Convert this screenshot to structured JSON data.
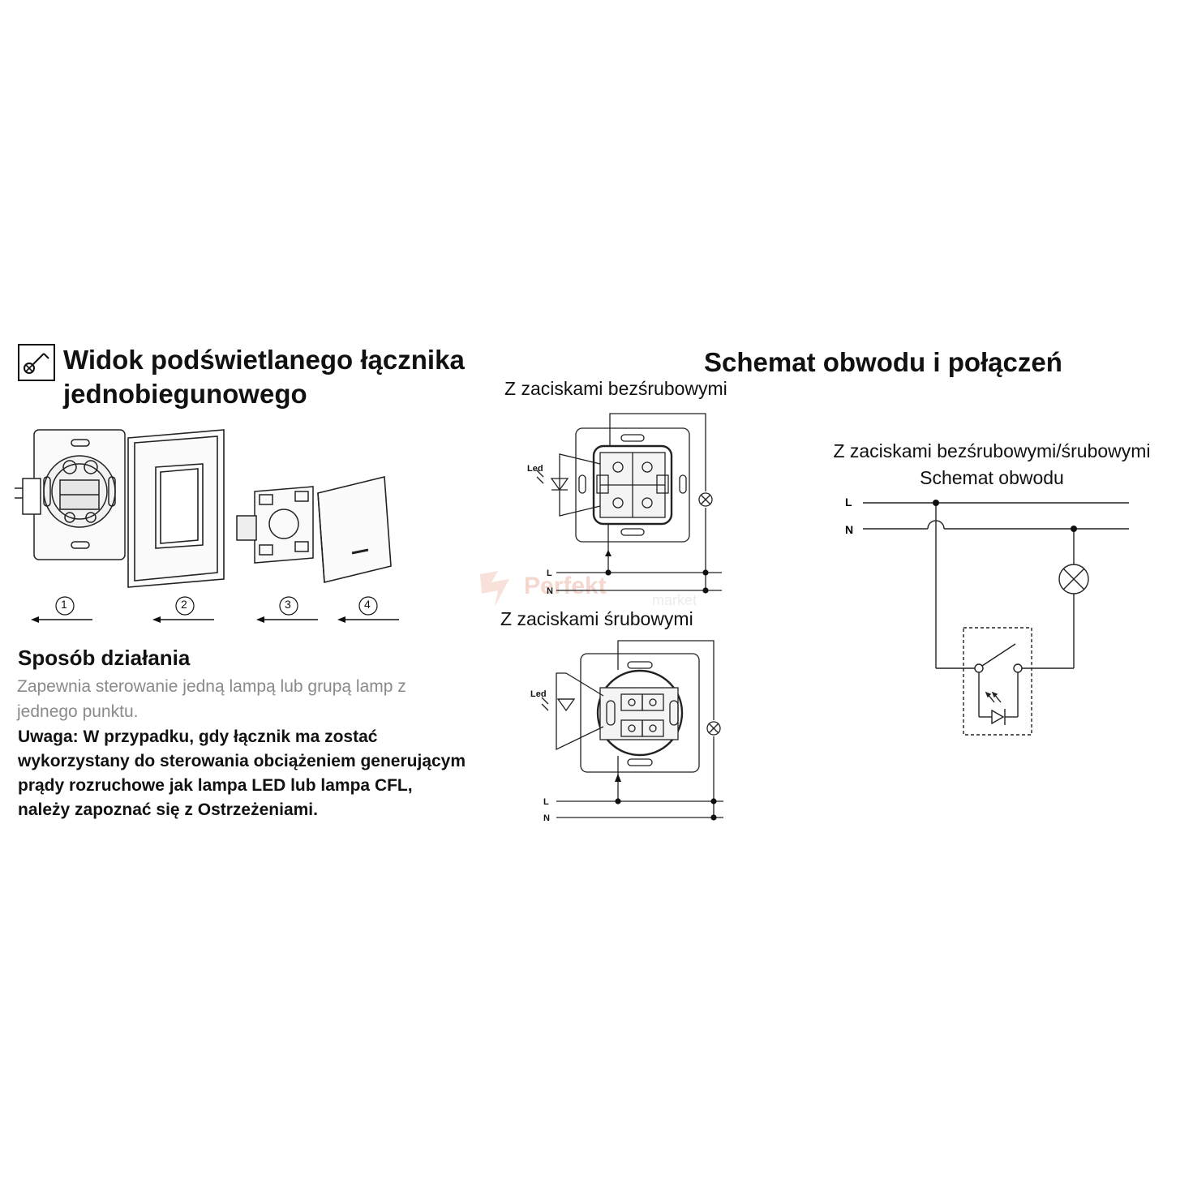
{
  "left": {
    "title_line1": "Widok podświetlanego łącznika",
    "title_line2": "jednobiegunowego",
    "symbol_icon": "illuminated-switch-symbol",
    "steps": [
      "1",
      "2",
      "3",
      "4"
    ],
    "operation_heading": "Sposób działania",
    "operation_text_line1": "Zapewnia sterowanie jedną lampą lub grupą lamp z",
    "operation_text_line2": "jednego punktu.",
    "warning_line1": "Uwaga: W przypadku, gdy łącznik ma zostać",
    "warning_line2": "wykorzystany do sterowania obciążeniem generującym",
    "warning_line3": "prądy rozruchowe jak lampa LED lub lampa CFL,",
    "warning_line4": "należy zapoznać się z Ostrzeżeniami."
  },
  "right": {
    "title": "Schemat obwodu i połączeń",
    "screwless_caption": "Z zaciskami bezśrubowymi",
    "screw_caption": "Z zaciskami śrubowymi",
    "circuit_caption_line1": "Z zaciskami bezśrubowymi/śrubowymi",
    "circuit_caption_line2": "Schemat obwodu",
    "line_label": "L",
    "neutral_label": "N",
    "led_label": "Led"
  },
  "watermark": {
    "brand": "Perfekt",
    "suffix": "market"
  }
}
